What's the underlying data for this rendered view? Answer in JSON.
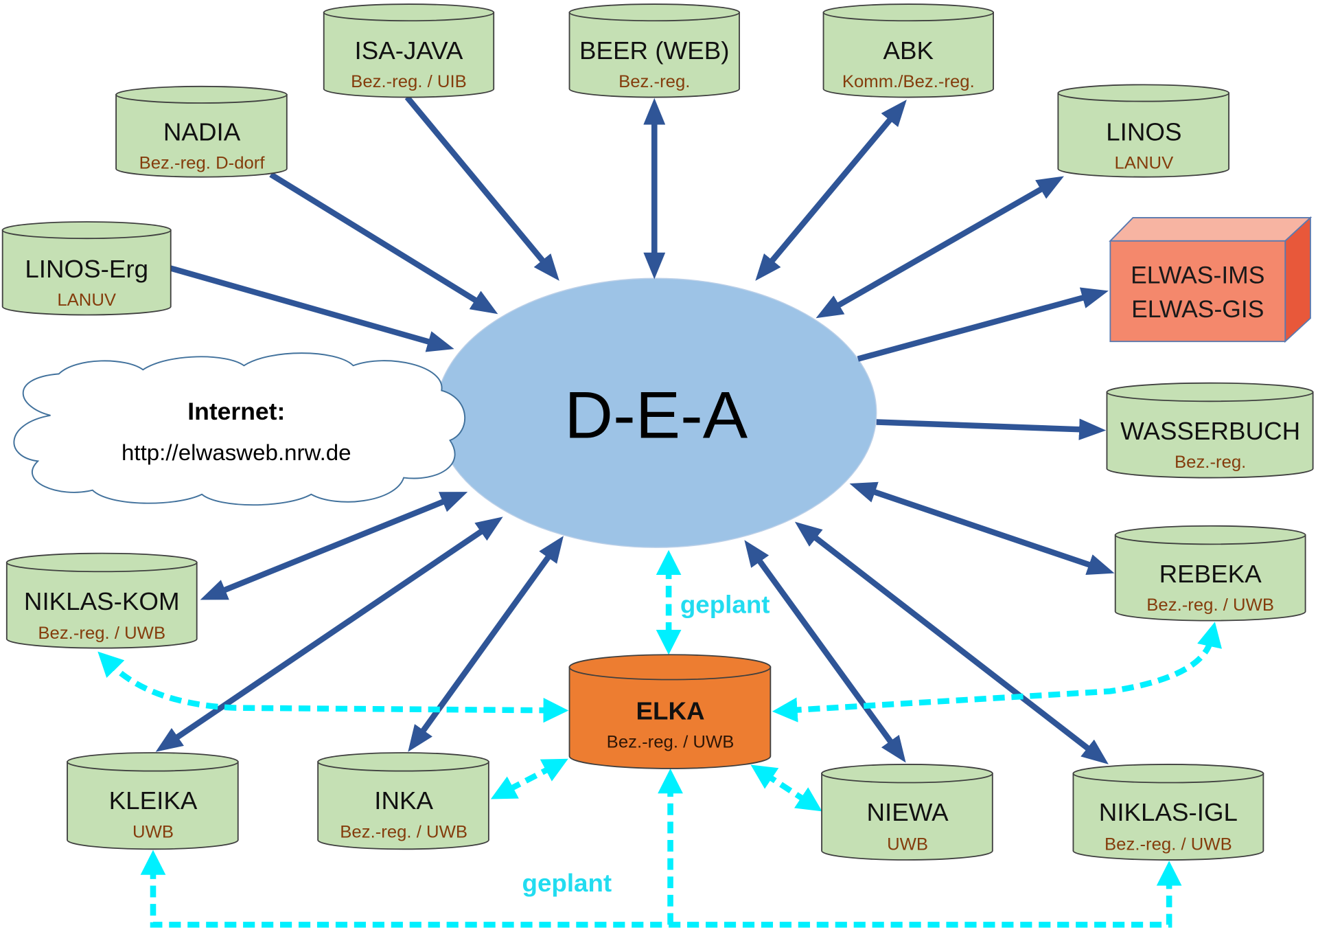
{
  "center": {
    "label": "D-E-A"
  },
  "internet": {
    "heading": "Internet:",
    "url": "http://elwasweb.nrw.de"
  },
  "nodes": {
    "isa_java": {
      "title": "ISA-JAVA",
      "subtitle": "Bez.-reg. / UIB"
    },
    "beer_web": {
      "title": "BEER (WEB)",
      "subtitle": "Bez.-reg."
    },
    "abk": {
      "title": "ABK",
      "subtitle": "Komm./Bez.-reg."
    },
    "nadia": {
      "title": "NADIA",
      "subtitle": "Bez.-reg. D-dorf"
    },
    "linos": {
      "title": "LINOS",
      "subtitle": "LANUV"
    },
    "linos_erg": {
      "title": "LINOS-Erg",
      "subtitle": "LANUV"
    },
    "elwas": {
      "line1": "ELWAS-IMS",
      "line2": "ELWAS-GIS"
    },
    "wasserbuch": {
      "title": "WASSERBUCH",
      "subtitle": "Bez.-reg."
    },
    "rebeka": {
      "title": "REBEKA",
      "subtitle": "Bez.-reg. / UWB"
    },
    "niklas_kom": {
      "title": "NIKLAS-KOM",
      "subtitle": "Bez.-reg. / UWB"
    },
    "kleika": {
      "title": "KLEIKA",
      "subtitle": "UWB"
    },
    "inka": {
      "title": "INKA",
      "subtitle": "Bez.-reg. / UWB"
    },
    "elka": {
      "title": "ELKA",
      "subtitle": "Bez.-reg. / UWB"
    },
    "niewa": {
      "title": "NIEWA",
      "subtitle": "UWB"
    },
    "niklas_igl": {
      "title": "NIKLAS-IGL",
      "subtitle": "Bez.-reg. / UWB"
    }
  },
  "edge_labels": {
    "planned_top": "geplant",
    "planned_bottom": "geplant"
  },
  "colors": {
    "node_fill": "#c5e0b4",
    "elka_fill": "#ed7d31",
    "dea_fill": "#9dc3e6",
    "connector": "#2f5597",
    "planned": "#00f0ff",
    "subtitle": "#843c0c",
    "elwas_front": "#f4886c"
  }
}
